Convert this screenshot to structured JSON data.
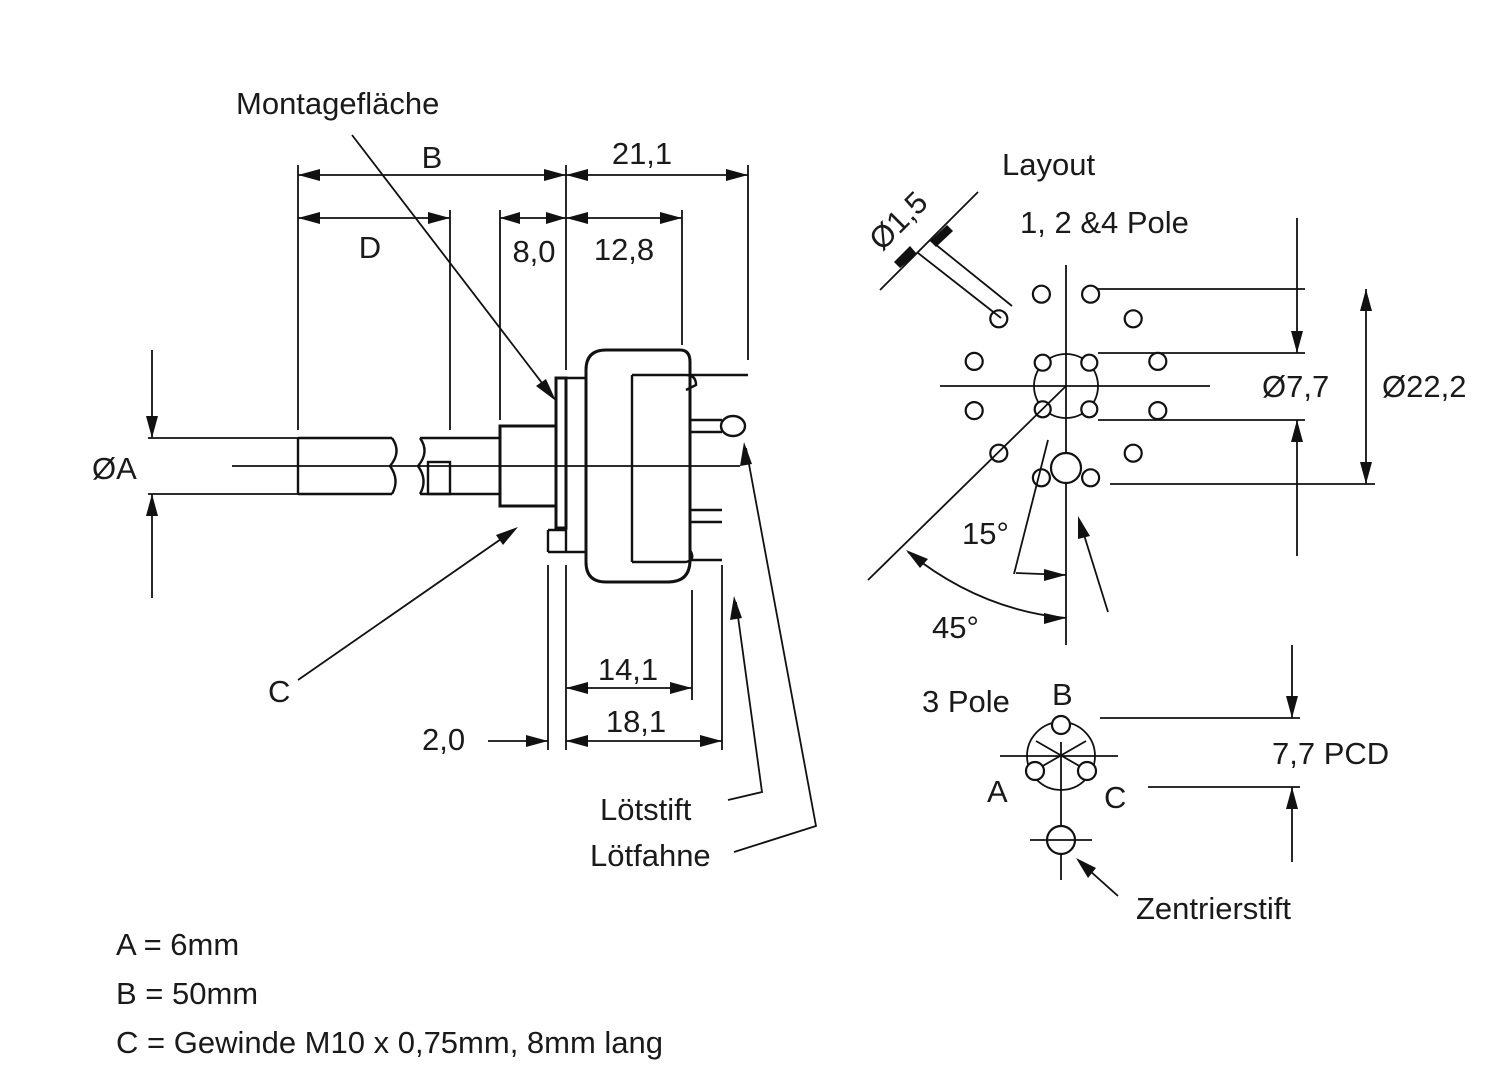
{
  "side_view": {
    "label_montageflaeche": "Montagefläche",
    "dim_b": "B",
    "dim_d": "D",
    "dim_21_1": "21,1",
    "dim_8_0": "8,0",
    "dim_12_8": "12,8",
    "dim_oa": "ØA",
    "label_c": "C",
    "dim_14_1": "14,1",
    "dim_18_1": "18,1",
    "dim_2_0": "2,0",
    "label_loetstift": "Lötstift",
    "label_loetfahne": "Lötfahne"
  },
  "layout_view": {
    "title": "Layout",
    "subtitle": "1, 2 &4 Pole",
    "dim_hole": "Ø1,5",
    "dim_inner": "Ø7,7",
    "dim_outer": "Ø22,2",
    "angle_15": "15°",
    "angle_45": "45°"
  },
  "three_pole": {
    "title": "3 Pole",
    "pin_a": "A",
    "pin_b": "B",
    "pin_c": "C",
    "pcd": "7,7 PCD",
    "label_zentrierstift": "Zentrierstift"
  },
  "notes": [
    "A = 6mm",
    "B = 50mm",
    "C = Gewinde M10 x 0,75mm, 8mm lang"
  ]
}
